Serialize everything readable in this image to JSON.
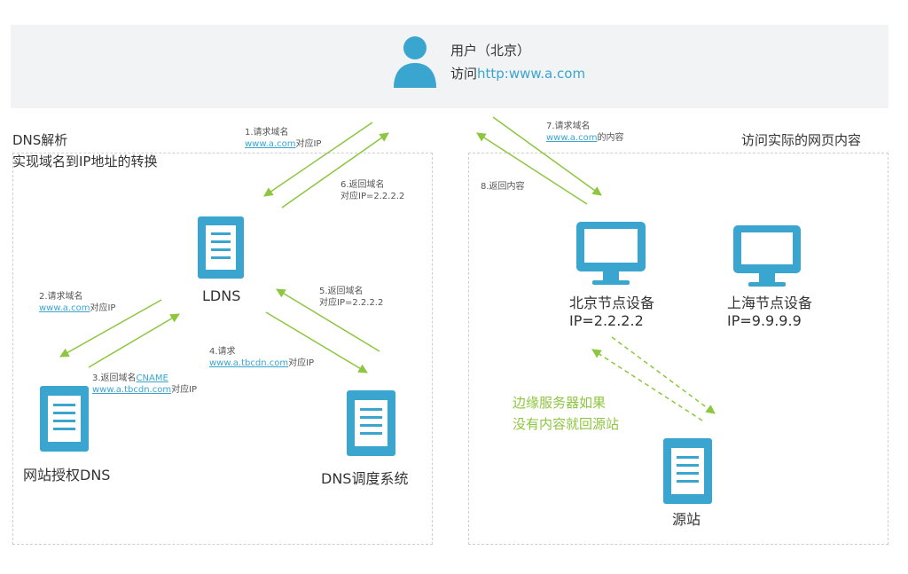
{
  "user": {
    "title": "用户（北京）",
    "visit_prefix": "访问",
    "visit_url": "http:www.a.com"
  },
  "dns_panel": {
    "title_line1": "DNS解析",
    "title_line2": "实现域名到IP地址的转换"
  },
  "content_panel": {
    "title": "访问实际的网页内容"
  },
  "nodes": {
    "ldns": "LDNS",
    "authoritative": "网站授权DNS",
    "dispatch": "DNS调度系统",
    "beijing_name": "北京节点设备",
    "beijing_ip": "IP=2.2.2.2",
    "shanghai_name": "上海节点设备",
    "shanghai_ip": "IP=9.9.9.9",
    "origin": "源站"
  },
  "steps": {
    "s1": {
      "l1": "1.请求域名",
      "link": "www.a.com",
      "tail": "对应IP"
    },
    "s2": {
      "l1": "2.请求域名",
      "link": "www.a.com",
      "tail": "对应IP"
    },
    "s3": {
      "l1a": "3.返回域名",
      "l1link": "CNAME",
      "link": "www.a.tbcdn.com",
      "tail": "对应IP"
    },
    "s4": {
      "l1": "4.请求",
      "link": "www.a.tbcdn.com",
      "tail": "对应IP"
    },
    "s5": {
      "l1": "5.返回域名",
      "l2": "对应IP=2.2.2.2"
    },
    "s6": {
      "l1": "6.返回域名",
      "l2": "对应IP=2.2.2.2"
    },
    "s7": {
      "l1": "7.请求域名",
      "link": "www.a.com",
      "tail": "的内容"
    },
    "s8": {
      "l1": "8.返回内容"
    }
  },
  "edge_note": {
    "line1": "边缘服务器如果",
    "line2": "没有内容就回源站"
  },
  "colors": {
    "icon_blue": "#3aa5cf",
    "arrow_green": "#8dc63f",
    "link_blue": "#3aa5cf"
  }
}
